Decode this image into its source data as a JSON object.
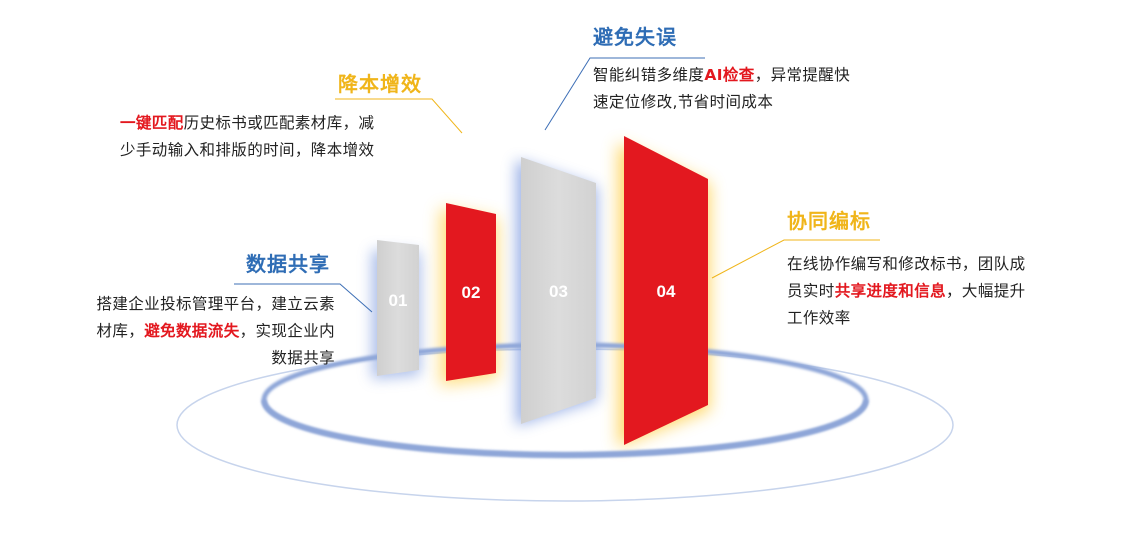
{
  "colors": {
    "red": "#e3181f",
    "gray": "#d6d6d6",
    "blue_title": "#2f6db5",
    "gold_title": "#f0b51a",
    "text": "#222222",
    "ring": "#7f9bd0"
  },
  "items": [
    {
      "number": "01",
      "title": "数据共享",
      "title_color": "blue",
      "lines": [
        [
          {
            "t": "搭建企业投标管理平台，建立云素"
          }
        ],
        [
          {
            "t": "材库，"
          },
          {
            "t": "避免数据流失",
            "hl": true
          },
          {
            "t": "，实现企业内"
          }
        ],
        [
          {
            "t": "数据共享"
          }
        ]
      ]
    },
    {
      "number": "02",
      "title": "降本增效",
      "title_color": "gold",
      "lines": [
        [
          {
            "t": "一键匹配",
            "hl": true
          },
          {
            "t": "历史标书或匹配素材库，减"
          }
        ],
        [
          {
            "t": "少手动输入和排版的时间，降本增效"
          }
        ]
      ]
    },
    {
      "number": "03",
      "title": "避免失误",
      "title_color": "blue",
      "lines": [
        [
          {
            "t": "智能纠错多维度"
          },
          {
            "t": "AI检查",
            "hl": true
          },
          {
            "t": "，异常提醒快"
          }
        ],
        [
          {
            "t": "速定位修改,节省时间成本"
          }
        ]
      ]
    },
    {
      "number": "04",
      "title": "协同编标",
      "title_color": "gold",
      "lines": [
        [
          {
            "t": "在线协作编写和修改标书，团队成"
          }
        ],
        [
          {
            "t": "员实时"
          },
          {
            "t": "共享进度和信息",
            "hl": true
          },
          {
            "t": "，大幅提升"
          }
        ],
        [
          {
            "t": "工作效率"
          }
        ]
      ]
    }
  ]
}
